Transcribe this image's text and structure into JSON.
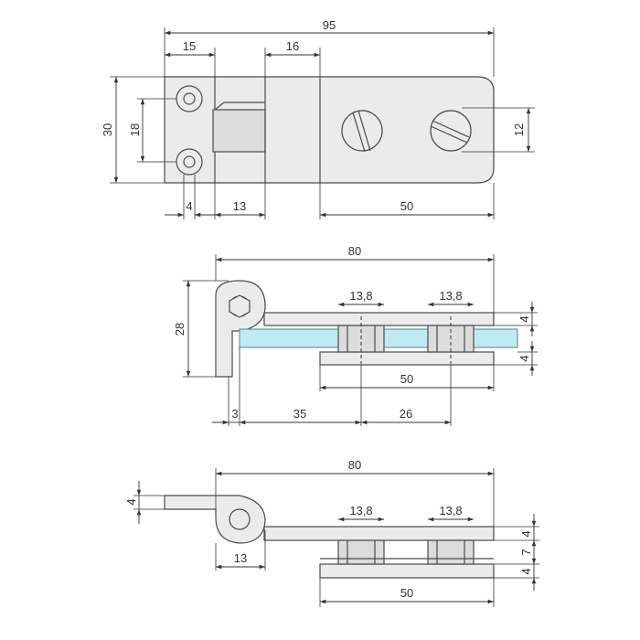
{
  "top_view": {
    "overall_length": "95",
    "left_block": "15",
    "hinge_cutout": "16",
    "height": "30",
    "hole_spacing": "18",
    "hole_offset": "4",
    "knuckle": "13",
    "clamp_length": "50",
    "slot_spacing": "12"
  },
  "middle_view": {
    "overall_length": "80",
    "height": "28",
    "bolt_pad_1": "13,8",
    "bolt_pad_2": "13,8",
    "plate_thickness_top": "4",
    "plate_thickness_bottom": "4",
    "clamp_length": "50",
    "edge_offset": "3",
    "first_bolt": "35",
    "bolt_spacing": "26"
  },
  "bottom_view": {
    "overall_length": "80",
    "leaf_thickness": "4",
    "bolt_pad_1": "13,8",
    "bolt_pad_2": "13,8",
    "plate_thickness_top": "4",
    "glass_gap": "7",
    "plate_thickness_bottom": "4",
    "pivot_offset": "13",
    "clamp_length": "50"
  }
}
